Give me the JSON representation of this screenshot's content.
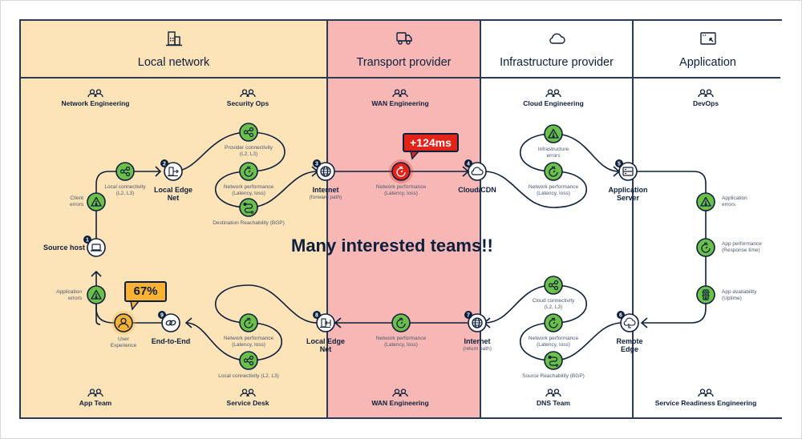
{
  "title": "Many interested teams!!",
  "columns": [
    {
      "id": "local",
      "title": "Local network",
      "icon": "building-icon",
      "color": "#fde3b8",
      "top_teams": [
        "Network Engineering",
        "Security Ops"
      ],
      "bottom_teams": [
        "App Team",
        "Service Desk"
      ]
    },
    {
      "id": "transport",
      "title": "Transport provider",
      "icon": "truck-icon",
      "color": "#f7b8b5",
      "top_teams": [
        "WAN Engineering"
      ],
      "bottom_teams": [
        "WAN Engineering"
      ]
    },
    {
      "id": "infra",
      "title": "Infrastructure provider",
      "icon": "cloud-icon",
      "color": "#ffffff",
      "top_teams": [
        "Cloud Engineering"
      ],
      "bottom_teams": [
        "DNS Team"
      ]
    },
    {
      "id": "app",
      "title": "Application",
      "icon": "app-window-icon",
      "color": "#ffffff",
      "top_teams": [
        "DevOps"
      ],
      "bottom_teams": [
        "Service Readiness Engineering"
      ]
    }
  ],
  "nodes": [
    {
      "n": "1",
      "label": "Source host",
      "sub": "",
      "icon": "laptop-icon"
    },
    {
      "n": "2",
      "label": "Local Edge\nNet",
      "sub": "",
      "icon": "building-out-icon"
    },
    {
      "n": "3",
      "label": "Internet",
      "sub": "(forward path)",
      "icon": "globe-icon"
    },
    {
      "n": "4",
      "label": "Cloud/CDN",
      "sub": "",
      "icon": "cloud-icon"
    },
    {
      "n": "5",
      "label": "Application\nServer",
      "sub": "",
      "icon": "server-icon"
    },
    {
      "n": "6",
      "label": "Remote\nEdge",
      "sub": "",
      "icon": "cloud-sync-icon"
    },
    {
      "n": "7",
      "label": "Internet",
      "sub": "(return path)",
      "icon": "globe-icon"
    },
    {
      "n": "8",
      "label": "Local Edge\nNet",
      "sub": "",
      "icon": "building-in-icon"
    },
    {
      "n": "9",
      "label": "End-to-End",
      "sub": "",
      "icon": "link-icon"
    }
  ],
  "metrics": {
    "client_errors": "Client\nerrors",
    "local_conn_1": "Local connectivity\n(L2, L3)",
    "provider_conn": "Provider connectivity\n(L2, L3)",
    "net_perf_1": "Network performance\n(Latency, loss)",
    "dest_reach": "Destination Reachability (BGP)",
    "net_perf_wan_fwd": "Network performance\n(Latency, loss)",
    "infra_errors": "Infrastructure\nerrors",
    "net_perf_infra": "Network performance\n(Latency, loss)",
    "app_errors_right": "Application\nerrors",
    "app_perf": "App performance\n(Response time)",
    "app_avail": "App availability\n(Uptime)",
    "cloud_conn": "Cloud connectivity\n(L2, L3)",
    "net_perf_return_infra": "Network performance\n(Latency, loss)",
    "source_reach": "Source Reachability (BGP)",
    "net_perf_wan_ret": "Network performance\n(Latency, loss)",
    "net_perf_local_ret": "Network performance\n(Latency, loss)",
    "local_conn_2": "Local connectivity (L2, L3)",
    "user_exp": "User\nExperience",
    "app_errors_left": "Application\nerrors"
  },
  "callouts": {
    "latency": {
      "text": "+124ms",
      "color": "#e2231a"
    },
    "experience": {
      "text": "67%",
      "color": "#f9b233"
    }
  },
  "colors": {
    "ok": "#6cc04a",
    "alert": "#e2231a",
    "warn": "#f9b233",
    "ink": "#0d1f3c"
  }
}
